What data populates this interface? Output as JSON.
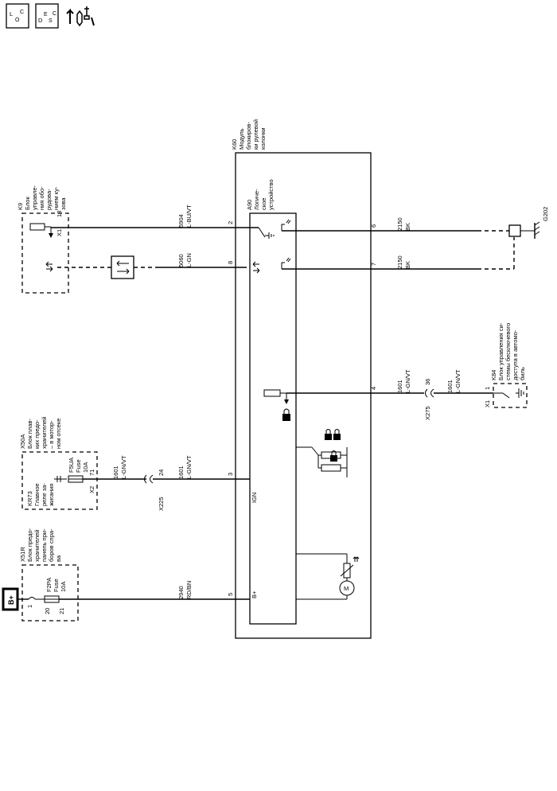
{
  "header_icons": [
    {
      "name": "location-icon",
      "letters": [
        "L",
        "O",
        "C"
      ]
    },
    {
      "name": "description-icon",
      "letters": [
        "D",
        "E",
        "S",
        "C"
      ]
    },
    {
      "name": "connector-tool-icon",
      "letters": []
    }
  ],
  "power": {
    "label": "B+"
  },
  "modules": {
    "k60": {
      "lines": [
        "K60",
        "Модуль",
        "блокиров-",
        "ки рулевой",
        "колонки"
      ]
    },
    "a90": {
      "lines": [
        "A90",
        "Логиче-",
        "ское",
        "устройство"
      ]
    },
    "k9": {
      "lines": [
        "K9",
        "Блок",
        "управле-",
        "ния обо-",
        "рудова-",
        "нием ку-",
        "зова"
      ]
    },
    "x50a": {
      "lines": [
        "X50A",
        "Блок плав-",
        "ких предо-",
        "хранителей",
        "– в мотор-",
        "ном отсеке"
      ]
    },
    "x51r": {
      "lines": [
        "X51R",
        "Блок предо-",
        "хранителей",
        "панель при-",
        "боров спра-",
        "ва"
      ]
    },
    "k84": {
      "lines": [
        "K84",
        "Блок управления си-",
        "стемы бесключевого",
        "доступа в автомо-",
        "биль"
      ]
    },
    "kr73": {
      "lines": [
        "KR73",
        "Главное",
        "реле за-",
        "жигания"
      ]
    }
  },
  "fuses": {
    "f5ua": {
      "lines": [
        "F5UA",
        "Fuse",
        "10A"
      ]
    },
    "f2pa": {
      "lines": [
        "F2PA",
        "Fuse",
        "10A"
      ]
    }
  },
  "wires": [
    {
      "id": "w5904",
      "circuit": "5904",
      "color": "L-BU/VT"
    },
    {
      "id": "w5060",
      "circuit": "5060",
      "color": "L-GN"
    },
    {
      "id": "w2150a",
      "circuit": "2150",
      "color": "BK"
    },
    {
      "id": "w2150b",
      "circuit": "2150",
      "color": "BK"
    },
    {
      "id": "w1601a",
      "circuit": "1601",
      "color": "L-GN/VT"
    },
    {
      "id": "w1601b",
      "circuit": "1601",
      "color": "L-GN/VT"
    },
    {
      "id": "w1601c",
      "circuit": "1601",
      "color": "L-GN/VT"
    },
    {
      "id": "w1601d",
      "circuit": "1601",
      "color": "L-GN/VT"
    },
    {
      "id": "w2940",
      "circuit": "2940",
      "color": "RD/BN"
    }
  ],
  "pins": {
    "k60_2": "2",
    "k60_8": "8",
    "k60_6": "6",
    "k60_7": "7",
    "k60_4": "4",
    "k60_3": "3",
    "k60_5": "5",
    "k9_18": "18",
    "k9_x1": "X1",
    "x50a_71": "71",
    "x50a_x2": "X2",
    "x51r_20": "20",
    "x51r_21": "21",
    "x51r_1": "1",
    "k84_1": "1",
    "k84_x1": "X1",
    "x225_24": "24",
    "x275_36": "36"
  },
  "connectors": {
    "x225": "X225",
    "x275": "X275"
  },
  "ground": {
    "label": "G202"
  },
  "internal_labels": {
    "ign": "IGN",
    "bplus": "B+"
  },
  "motor": {
    "label": "M"
  }
}
